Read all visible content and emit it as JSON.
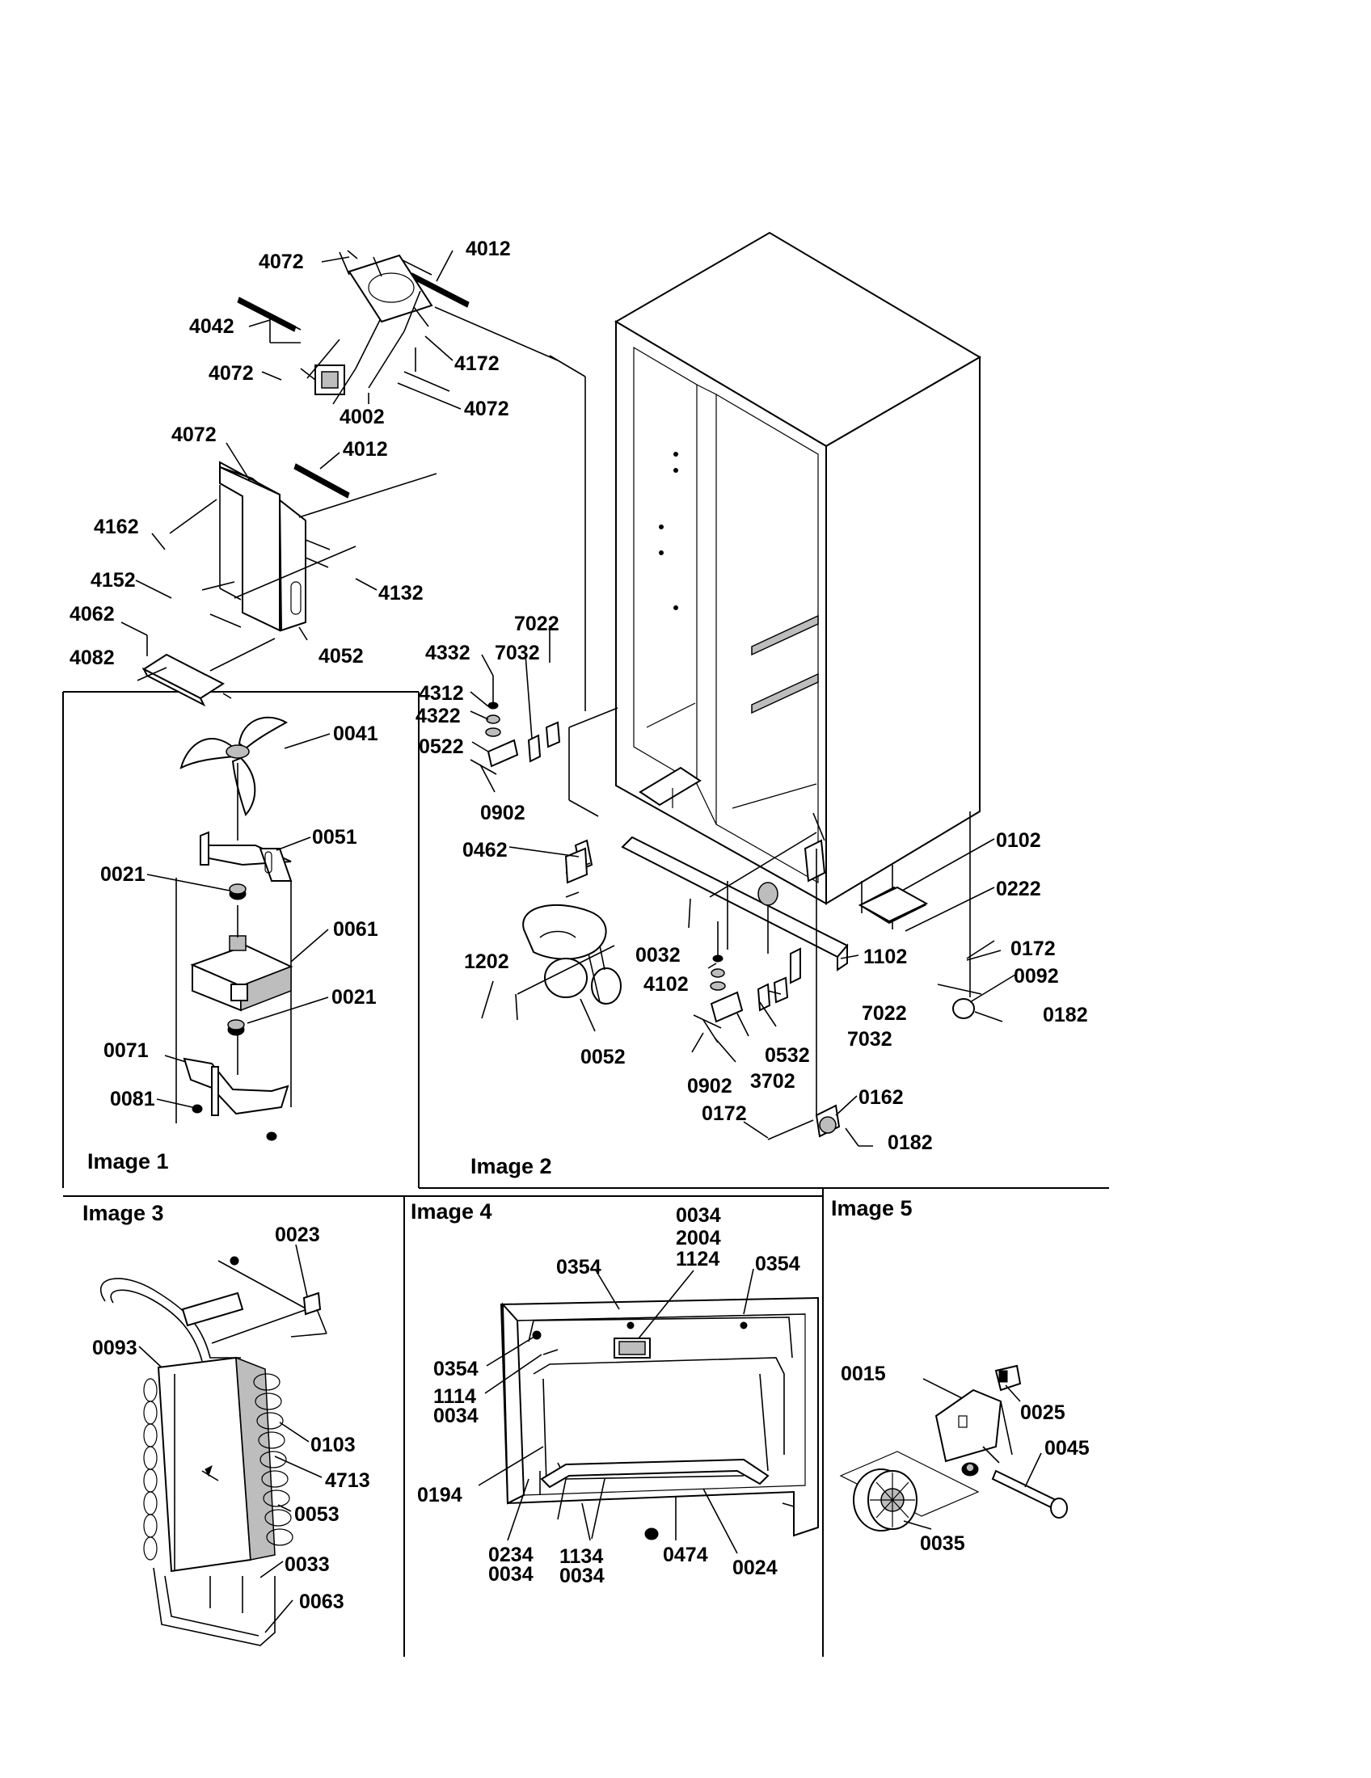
{
  "panels": [
    {
      "id": "image-1",
      "label": "Image 1"
    },
    {
      "id": "image-2",
      "label": "Image 2"
    },
    {
      "id": "image-3",
      "label": "Image 3"
    },
    {
      "id": "image-4",
      "label": "Image 4"
    },
    {
      "id": "image-5",
      "label": "Image 5"
    }
  ],
  "callouts": {
    "top": [
      "4072",
      "4012",
      "4042",
      "4072",
      "4172",
      "4002",
      "4072",
      "4072",
      "4012",
      "4162",
      "4152",
      "4132",
      "4062",
      "4052",
      "4082"
    ],
    "image1": [
      "0041",
      "0051",
      "0021",
      "0061",
      "0021",
      "0071",
      "0081"
    ],
    "image2": [
      "7022",
      "4332",
      "7032",
      "4312",
      "4322",
      "0522",
      "0902",
      "0462",
      "0102",
      "0222",
      "0172",
      "0092",
      "0182",
      "1202",
      "0032",
      "1102",
      "4102",
      "7022",
      "7032",
      "0052",
      "0532",
      "0902",
      "3702",
      "0162",
      "0172",
      "0182"
    ],
    "image3": [
      "0023",
      "0093",
      "0103",
      "4713",
      "0053",
      "0033",
      "0063"
    ],
    "image4": [
      "0034",
      "2004",
      "1124",
      "0354",
      "0354",
      "0354",
      "1114",
      "0034",
      "0194",
      "0234",
      "0034",
      "1134",
      "0034",
      "0474",
      "0024"
    ],
    "image5": [
      "0015",
      "0025",
      "0045",
      "0035"
    ]
  }
}
